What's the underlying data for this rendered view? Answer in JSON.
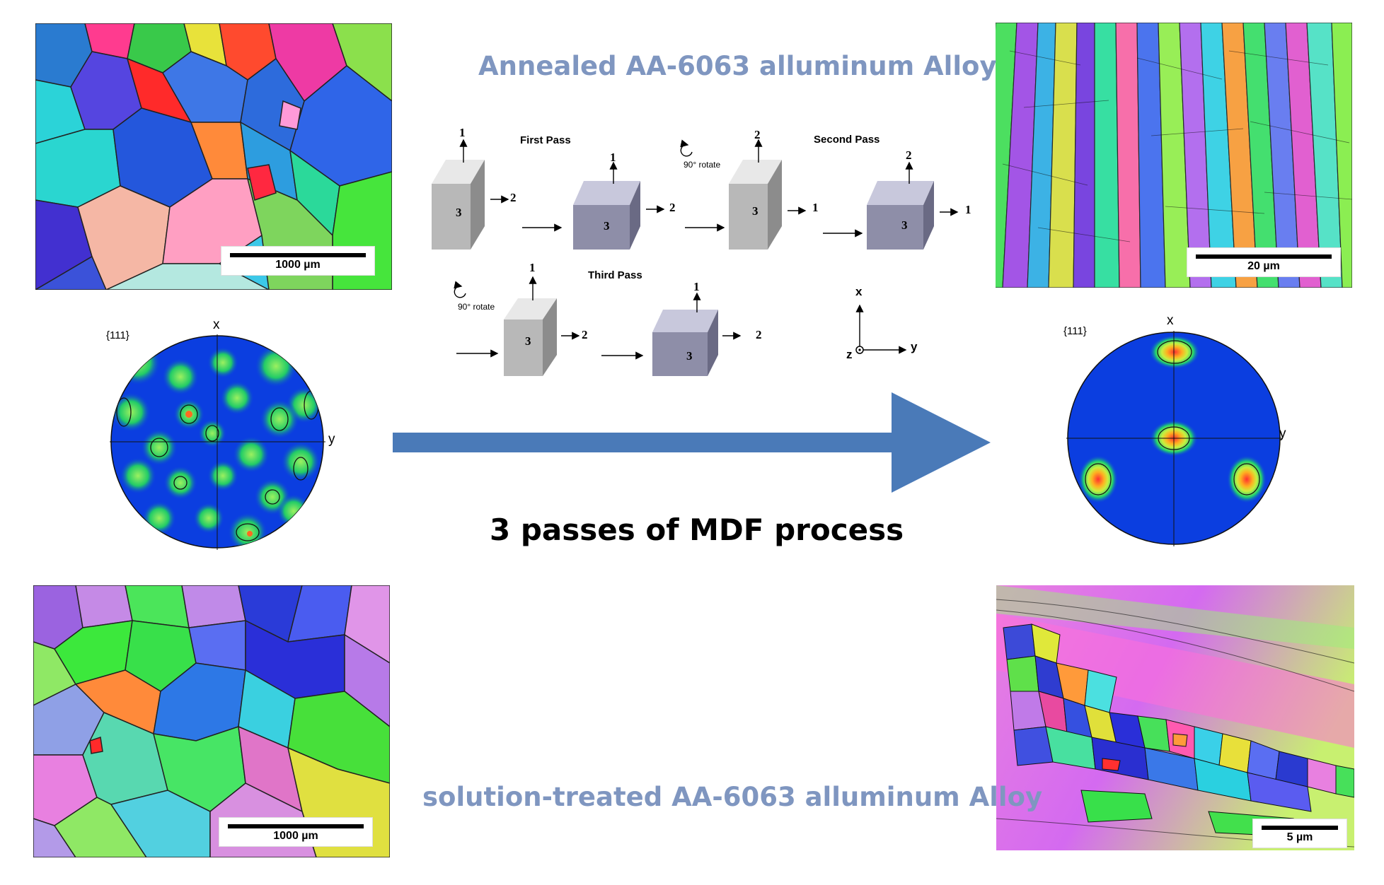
{
  "titles": {
    "annealed": "Annealed AA-6063 alluminum Alloy",
    "solution": "solution-treated AA-6063 alluminum Alloy",
    "process": "3 passes of MDF process"
  },
  "micrographs": {
    "top_left_scale": "1000 µm",
    "top_right_scale": "20 µm",
    "bottom_left_scale": "1000 µm",
    "bottom_right_scale": "5 µm"
  },
  "pole_figures": {
    "left": {
      "label": "{111}",
      "x_axis": "x",
      "y_axis": "y"
    },
    "right": {
      "label": "{111}",
      "x_axis": "x",
      "y_axis": "y"
    }
  },
  "mdf_diagram": {
    "first_pass": "First Pass",
    "second_pass": "Second Pass",
    "third_pass": "Third Pass",
    "rotate_label": "90° rotate",
    "coord_x": "x",
    "coord_y": "y",
    "coord_z": "z",
    "dir1": "1",
    "dir2": "2",
    "dir3": "3"
  },
  "colors": {
    "title_blue": "#7f96c0",
    "arrow_blue": "#4a7ab8",
    "pf_blue": "#0b3ee0",
    "pf_green": "#22dd44"
  }
}
